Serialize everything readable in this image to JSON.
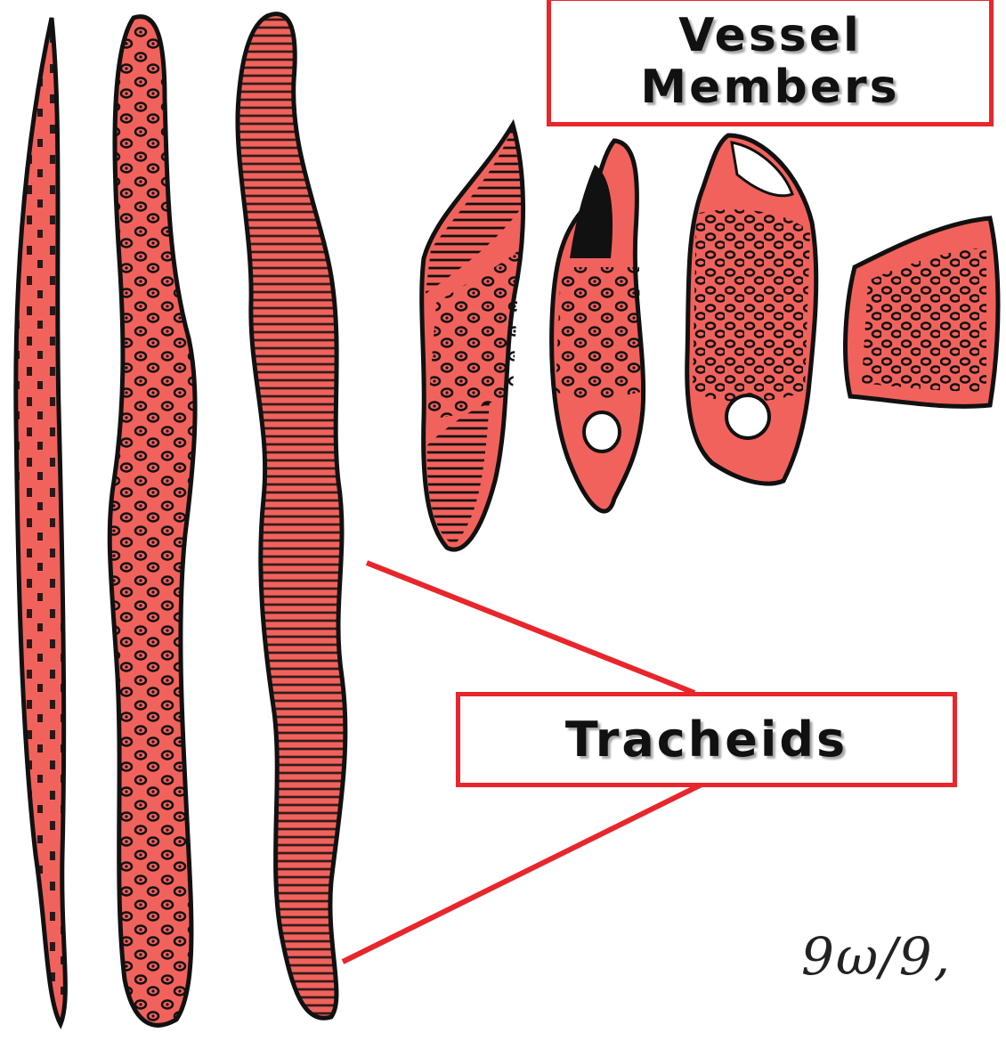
{
  "labels": {
    "vessel_line1": "Vessel",
    "vessel_line2": "Members",
    "tracheids": "Tracheids"
  },
  "signature": "9ω/9,",
  "colors": {
    "cell_fill": "#f2625c",
    "outline": "#111111",
    "accent_red": "#e8262b"
  }
}
